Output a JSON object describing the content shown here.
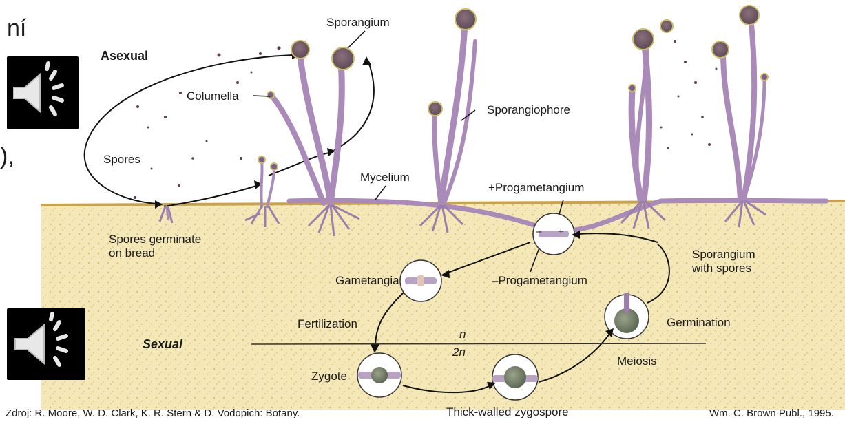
{
  "slide_fragments": {
    "top": "ní",
    "middle": "),"
  },
  "labels": {
    "asexual": "Asexual",
    "sexual": "Sexual",
    "sporangium": "Sporangium",
    "columella": "Columella",
    "spores": "Spores",
    "sporangiophore": "Sporangiophore",
    "mycelium": "Mycelium",
    "plus_progametangium": "+Progametangium",
    "minus_progametangium": "–Progametangium",
    "spores_germinate_line1": "Spores germinate",
    "spores_germinate_line2": "on bread",
    "sporangium_with_spores_line1": "Sporangium",
    "sporangium_with_spores_line2": "with spores",
    "gametangia": "Gametangia",
    "fertilization": "Fertilization",
    "germination": "Germination",
    "n": "n",
    "two_n": "2n",
    "meiosis": "Meiosis",
    "zygote": "Zygote",
    "thick_walled_zygospore": "Thick-walled zygospore",
    "plus_sign": "+",
    "minus_sign": "–"
  },
  "credits": {
    "left": "Zdroj: R. Moore, W. D. Clark, K. R. Stern & D. Vodopich: Botany.",
    "right": "Wm. C. Brown Publ., 1995."
  },
  "icons": [
    "speaker-icon",
    "speaker-icon"
  ],
  "colors": {
    "bread": "#f3e7b5",
    "bread_crust": "#c9a24a",
    "hypha": "#a98ab8",
    "hypha_dark": "#7b5e8e"
  }
}
